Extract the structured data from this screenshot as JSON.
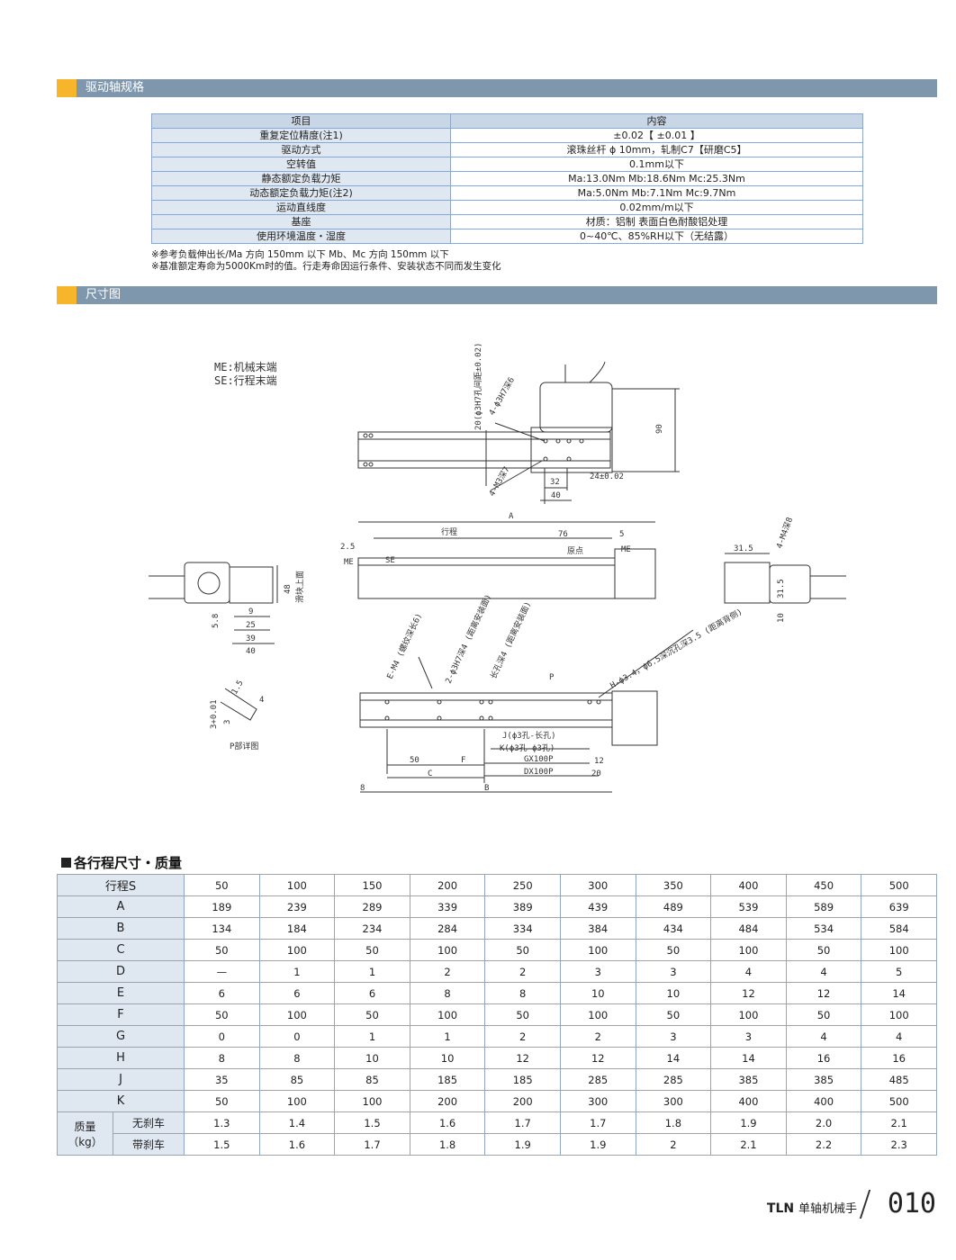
{
  "sections": {
    "spec_title": "驱动轴规格",
    "dim_title": "尺寸图"
  },
  "spec_table": {
    "header": [
      "项目",
      "内容"
    ],
    "rows": [
      [
        "重复定位精度(注1)",
        "±0.02【 ±0.01 】"
      ],
      [
        "驱动方式",
        "滚珠丝杆 ϕ 10mm，轧制C7【研磨C5】"
      ],
      [
        "空转值",
        "0.1mm以下"
      ],
      [
        "静态额定负载力矩",
        "Ma:13.0Nm   Mb:18.6Nm   Mc:25.3Nm"
      ],
      [
        "动态额定负载力矩(注2)",
        "Ma:5.0Nm   Mb:7.1Nm   Mc:9.7Nm"
      ],
      [
        "运动直线度",
        "0.02mm/m以下"
      ],
      [
        "基座",
        "材质：铝制  表面白色耐酸铝处理"
      ],
      [
        "使用环境温度・湿度",
        "0~40℃、85%RH以下（无结露）"
      ]
    ]
  },
  "notes": [
    "※参考负载伸出长/Ma 方向 150mm 以下    Mb、Mc 方向 150mm 以下",
    "※基准额定寿命为5000Km时的值。行走寿命因运行条件、安装状态不同而发生变化"
  ],
  "drawing": {
    "legend": [
      "ME:机械末端",
      "SE:行程末端"
    ],
    "top_view": {
      "dim_90": "90",
      "dim_32": "32",
      "dim_40": "40",
      "dim_24": "24±0.02",
      "hole_note_1": "4-ϕ3H7深6",
      "hole_note_2": "4-M3深7",
      "hole_note_3": "20(ϕ3H7孔间距±0.02)"
    },
    "side_view": {
      "A": "A",
      "stroke": "行程",
      "dim_76": "76",
      "dim_5": "5",
      "dim_25": "2.5",
      "ME": "ME",
      "SE": "SE",
      "origin": "原点"
    },
    "end_view_left": {
      "dim_48": "48",
      "top_label": "滑块上面",
      "dim_9": "9",
      "dim_25": "25",
      "dim_39": "39",
      "dim_40": "40",
      "dim_58": "5.8"
    },
    "end_view_right": {
      "dim_315": "31.5",
      "dim_31": "31.5",
      "dim_10": "10",
      "note": "4-M4深8"
    },
    "bottom_view": {
      "note_e": "E-M4 (螺纹深长6)",
      "note_g": "2-ϕ3H7深4 (距离安装面)",
      "note_slot": "长孔深4 (距离安装面)",
      "note_p": "P",
      "note_h": "H-ϕ3.4，ϕ6.5深沉孔深3.5 (距离背侧)",
      "J": "J(ϕ3孔-长孔)",
      "K": "K(ϕ3孔-ϕ3孔)",
      "GX": "GX100P",
      "DX": "DX100P",
      "dim_50": "50",
      "F": "F",
      "C": "C",
      "B": "B",
      "dim_8": "8",
      "dim_12": "12",
      "dim_20": "20"
    },
    "detail_p": {
      "caption": "P部详图",
      "d1": "3+0.01",
      "d2": "3",
      "d3": "1.5",
      "d4": "4"
    }
  },
  "weight_table": {
    "title": "各行程尺寸・质量",
    "header_label": "行程S",
    "strokes": [
      "50",
      "100",
      "150",
      "200",
      "250",
      "300",
      "350",
      "400",
      "450",
      "500"
    ],
    "rows": [
      {
        "label": "A",
        "values": [
          "189",
          "239",
          "289",
          "339",
          "389",
          "439",
          "489",
          "539",
          "589",
          "639"
        ]
      },
      {
        "label": "B",
        "values": [
          "134",
          "184",
          "234",
          "284",
          "334",
          "384",
          "434",
          "484",
          "534",
          "584"
        ]
      },
      {
        "label": "C",
        "values": [
          "50",
          "100",
          "50",
          "100",
          "50",
          "100",
          "50",
          "100",
          "50",
          "100"
        ]
      },
      {
        "label": "D",
        "values": [
          "—",
          "1",
          "1",
          "2",
          "2",
          "3",
          "3",
          "4",
          "4",
          "5"
        ]
      },
      {
        "label": "E",
        "values": [
          "6",
          "6",
          "6",
          "8",
          "8",
          "10",
          "10",
          "12",
          "12",
          "14"
        ]
      },
      {
        "label": "F",
        "values": [
          "50",
          "100",
          "50",
          "100",
          "50",
          "100",
          "50",
          "100",
          "50",
          "100"
        ]
      },
      {
        "label": "G",
        "values": [
          "0",
          "0",
          "1",
          "1",
          "2",
          "2",
          "3",
          "3",
          "4",
          "4"
        ]
      },
      {
        "label": "H",
        "values": [
          "8",
          "8",
          "10",
          "10",
          "12",
          "12",
          "14",
          "14",
          "16",
          "16"
        ]
      },
      {
        "label": "J",
        "values": [
          "35",
          "85",
          "85",
          "185",
          "185",
          "285",
          "285",
          "385",
          "385",
          "485"
        ]
      },
      {
        "label": "K",
        "values": [
          "50",
          "100",
          "100",
          "200",
          "200",
          "300",
          "300",
          "400",
          "400",
          "500"
        ]
      }
    ],
    "mass_label": "质量",
    "mass_unit": "（kg）",
    "mass_rows": [
      {
        "label": "无刹车",
        "values": [
          "1.3",
          "1.4",
          "1.5",
          "1.6",
          "1.7",
          "1.7",
          "1.8",
          "1.9",
          "2.0",
          "2.1"
        ]
      },
      {
        "label": "带刹车",
        "values": [
          "1.5",
          "1.6",
          "1.7",
          "1.8",
          "1.9",
          "1.9",
          "2",
          "2.1",
          "2.2",
          "2.3"
        ]
      }
    ]
  },
  "footer": {
    "brand": "TLN",
    "product": "单轴机械手",
    "page": "010"
  },
  "colors": {
    "section_bar": "#7f97ad",
    "section_tag": "#f7b52c",
    "table_border": "#8fa7c4",
    "table_header_bg": "#dfe7f1"
  }
}
